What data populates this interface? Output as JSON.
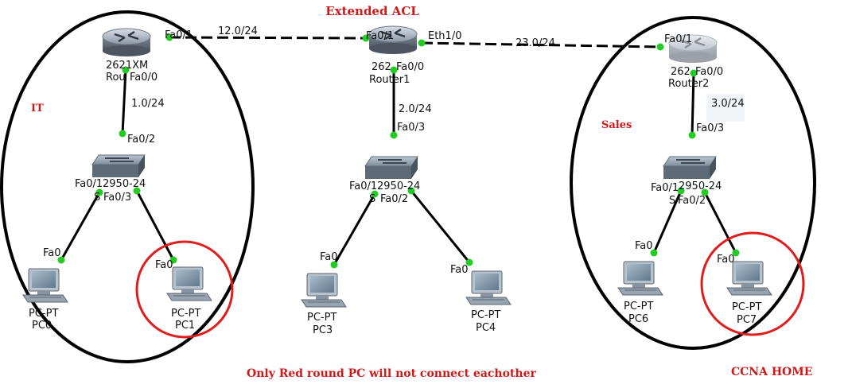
{
  "title": "Extended ACL",
  "footer_note": "Only Red round PC will not  connect eachother",
  "brand": "CCNA HOME",
  "zones": {
    "it": "IT",
    "sales": "Sales"
  },
  "colors": {
    "annotation": "#d01818",
    "port": "#22cc22",
    "link": "#000000"
  },
  "links": {
    "r0_r1": "12.0/24",
    "r1_r2": "23.0/24",
    "r0_sw0": "1.0/24",
    "r1_sw1": "2.0/24",
    "r2_sw2": "3.0/24"
  },
  "routers": [
    {
      "model": "2621XM",
      "name": "Rou",
      "ports": {
        "left": "",
        "a": "Fa0/1",
        "b": "Fa0/0"
      }
    },
    {
      "model": "262",
      "name": "Router1",
      "ports": {
        "a": "Fa0/1",
        "b": "Fa0/0",
        "c": "Eth1/0"
      }
    },
    {
      "model": "262",
      "name": "Router2",
      "ports": {
        "a": "Fa0/1",
        "b": "Fa0/0"
      }
    }
  ],
  "switches": [
    {
      "up": "Fa0/2",
      "left": "Fa0/1",
      "right": "Fa0/3",
      "model": "2950-24",
      "name": "S"
    },
    {
      "up": "Fa0/3",
      "left": "Fa0/1",
      "right": "Fa0/2",
      "model": "2950-24",
      "name": "S"
    },
    {
      "up": "Fa0/3",
      "left": "Fa0/1",
      "right": "Fa0/2",
      "model": "2950-24",
      "name": "S"
    }
  ],
  "pcs": [
    {
      "port": "Fa0",
      "type": "PC-PT",
      "name": "PC0"
    },
    {
      "port": "Fa0",
      "type": "PC-PT",
      "name": "PC1"
    },
    {
      "port": "Fa0",
      "type": "PC-PT",
      "name": "PC3"
    },
    {
      "port": "Fa0",
      "type": "PC-PT",
      "name": "PC4"
    },
    {
      "port": "Fa0",
      "type": "PC-PT",
      "name": "PC6"
    },
    {
      "port": "Fa0",
      "type": "PC-PT",
      "name": "PC7"
    }
  ],
  "icons": {
    "router": "router-icon",
    "switch": "switch-icon",
    "pc": "pc-icon"
  }
}
